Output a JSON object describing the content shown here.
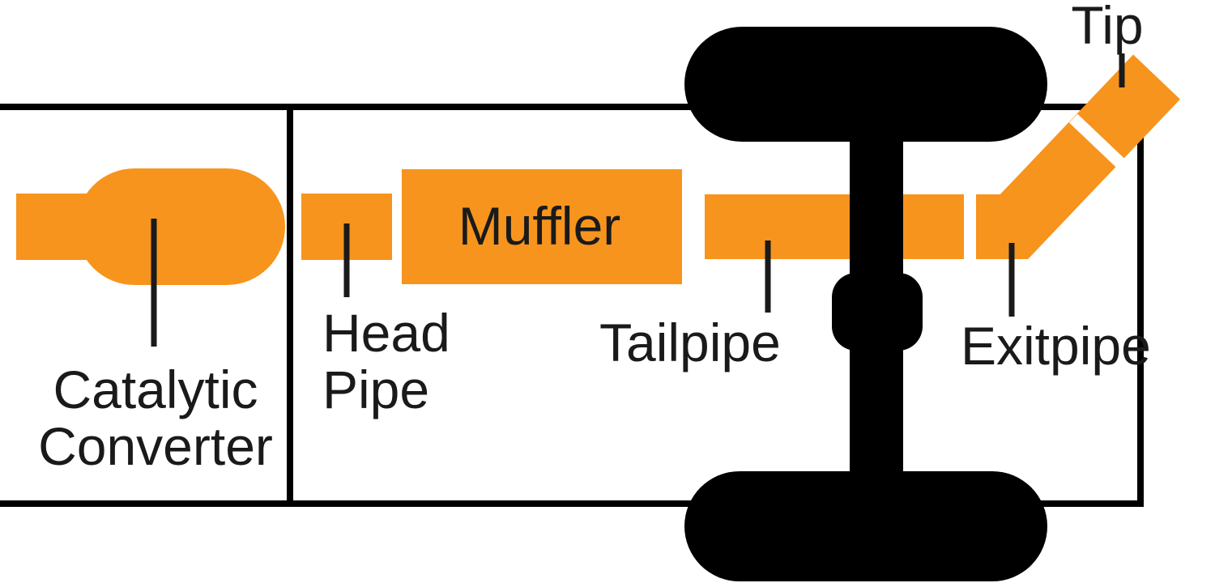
{
  "diagram": {
    "type": "exhaust-system-diagram",
    "background": "#FFFFFF",
    "colors": {
      "pipe_orange": "#F7941D",
      "chassis_black": "#000000",
      "label_text": "#1A1A1A"
    },
    "labels": {
      "catalytic_converter": {
        "line1": "Catalytic",
        "line2": "Converter"
      },
      "head_pipe": {
        "line1": "Head",
        "line2": "Pipe"
      },
      "muffler": "Muffler",
      "tailpipe": "Tailpipe",
      "exitpipe": "Exitpipe",
      "tip": "Tip"
    }
  }
}
